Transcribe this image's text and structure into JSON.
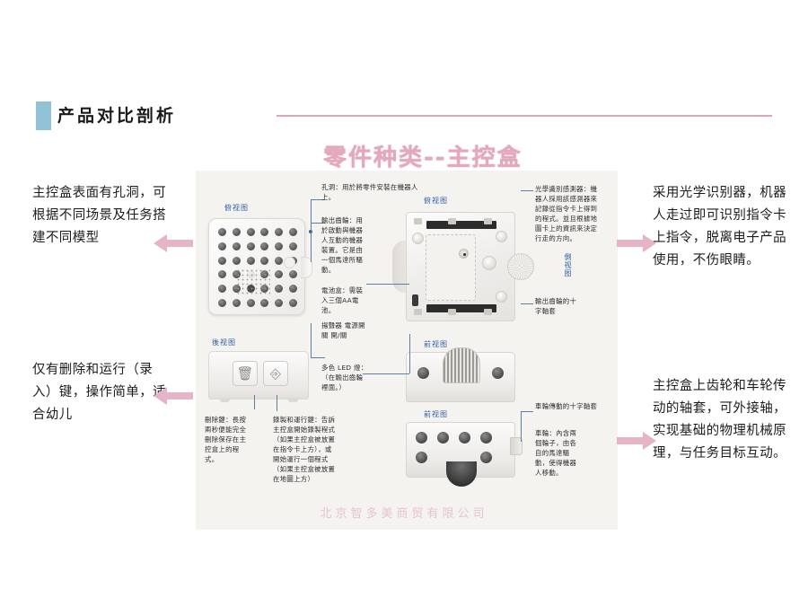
{
  "header": {
    "section_title": "产品对比剖析",
    "accent_bar_color": "#92c2d6"
  },
  "heading": {
    "text": "零件种类--主控盒",
    "color": "#e3a8bc",
    "rule_color": "#d9a7b8"
  },
  "callouts": {
    "left": [
      "主控盒表面有孔洞，可根据不同场景及任务搭建不同模型",
      "仅有删除和运行（录入）键，操作简单，适合幼儿"
    ],
    "right": [
      "采用光学识别器，机器人走过即可识别指令卡上指令，脱离电子产品使用，不伤眼睛。",
      "主控盒上齿轮和车轮传动的轴套，可外接轴，实现基础的物理机械原理，与任务目标互动。"
    ],
    "arrow_color": "#e6b4c6"
  },
  "diagram": {
    "view_labels": {
      "top_view": "俯视图",
      "rear_view": "後视图",
      "front_view": "前视图",
      "side_view": "側视图",
      "top_view_2": "俯视图",
      "front_view_2": "前视图"
    },
    "annotations": [
      {
        "id": "holes",
        "text": "孔洞：用於將零件安裝在機器人上。"
      },
      {
        "id": "output-gear",
        "text": "輸出齒輪：用於啟動與機器人互動的機器裝置。它是由一個馬達所驅動。"
      },
      {
        "id": "battery-box",
        "text": "電池盒：需裝入三個AA電池。"
      },
      {
        "id": "speaker-power",
        "text": "揚聲器 電源開關 開/關"
      },
      {
        "id": "led",
        "text": "多色 LED 燈：（在輸出齒輪裡面。）"
      },
      {
        "id": "delete-key",
        "text": "刪除鍵：長按兩秒便能完全刪除保存在主控盒上的程式。"
      },
      {
        "id": "record-run-key",
        "text": "錄製和運行鍵：告訴主控盒開始錄製程式（如果主控盒被放置在指令卡上方），或開始運行一個程式（如果主控盒被放置在地圖上方）"
      },
      {
        "id": "optical-sensor",
        "text": "光學識別感測器：機器人採用該感測器來記錄從指令卡上得到的程式。並且根據地圖卡上的資訊來決定行走的方向。"
      },
      {
        "id": "output-gear-axle",
        "text": "輸出齒輪的十字軸套"
      },
      {
        "id": "wheel-axle",
        "text": "車輪傳動的十字軸套"
      },
      {
        "id": "wheels",
        "text": "車輪：內含兩個輪子，由各自的馬達驅動，使得機器人移動。"
      }
    ]
  },
  "footer": {
    "company": "北京智多美商贸有限公司"
  }
}
